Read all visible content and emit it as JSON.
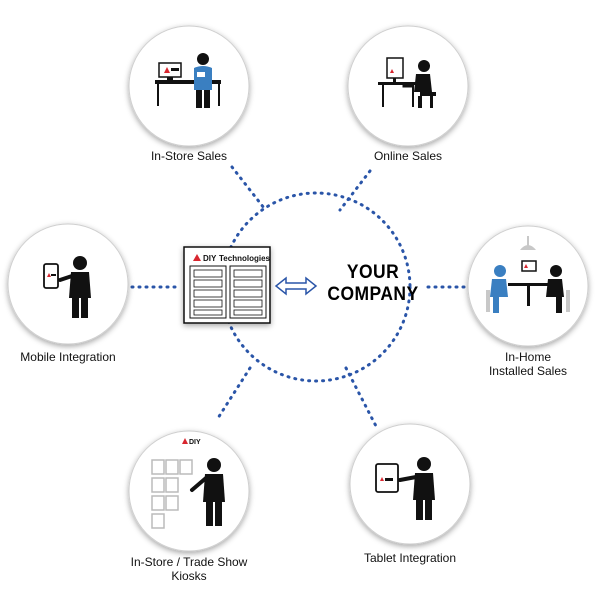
{
  "center": {
    "company_line1": "YOUR",
    "company_line2": "COMPANY",
    "logo_brand": "DIY",
    "logo_suffix": "Technologies"
  },
  "nodes": [
    {
      "id": "in-store-sales",
      "label": "In-Store Sales",
      "icon": "counter-sales-icon"
    },
    {
      "id": "online-sales",
      "label": "Online Sales",
      "icon": "desk-computer-icon"
    },
    {
      "id": "mobile-integration",
      "label": "Mobile Integration",
      "icon": "phone-person-icon"
    },
    {
      "id": "in-home-installed-sales",
      "label_line1": "In-Home",
      "label_line2": "Installed Sales",
      "icon": "table-meeting-icon"
    },
    {
      "id": "kiosks",
      "label_line1": "In-Store / Trade Show",
      "label_line2": "Kiosks",
      "icon": "kiosk-icon"
    },
    {
      "id": "tablet-integration",
      "label": "Tablet Integration",
      "icon": "tablet-person-icon"
    }
  ],
  "badges": {
    "diy": "DIY"
  },
  "colors": {
    "connector": "#2a55a8",
    "arrow": "#2a55a8",
    "circle_fill": "#ffffff",
    "accent_red": "#d8262f",
    "person_blue": "#3a7fc1"
  }
}
